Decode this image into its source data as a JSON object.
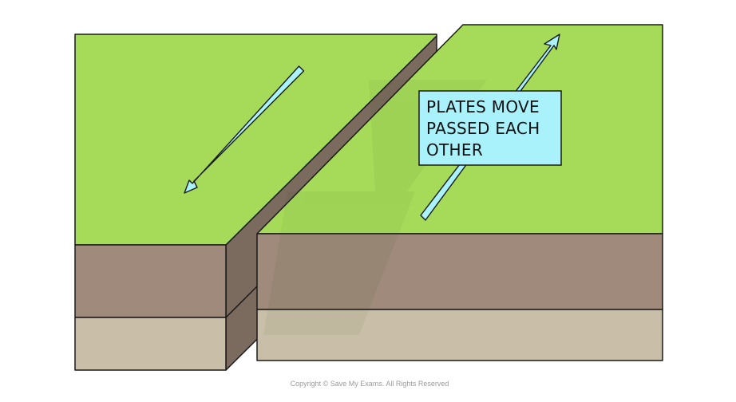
{
  "diagram": {
    "label_lines": [
      "PLATES MOVE",
      "PASSED EACH",
      "OTHER"
    ],
    "copyright": "Copyright © Save My Exams. All Rights Reserved"
  },
  "colors": {
    "surface_green": "#a6db5a",
    "crust_brown": "#a08a7c",
    "mantle_tan": "#c9bfa8",
    "fault_side": "#7b6a5e",
    "arrow_fill": "#a9f1fb",
    "outline": "#1a1a1a"
  },
  "icons": {
    "left_arrow": "arrow-down-left-icon",
    "right_arrow": "arrow-up-right-icon"
  }
}
